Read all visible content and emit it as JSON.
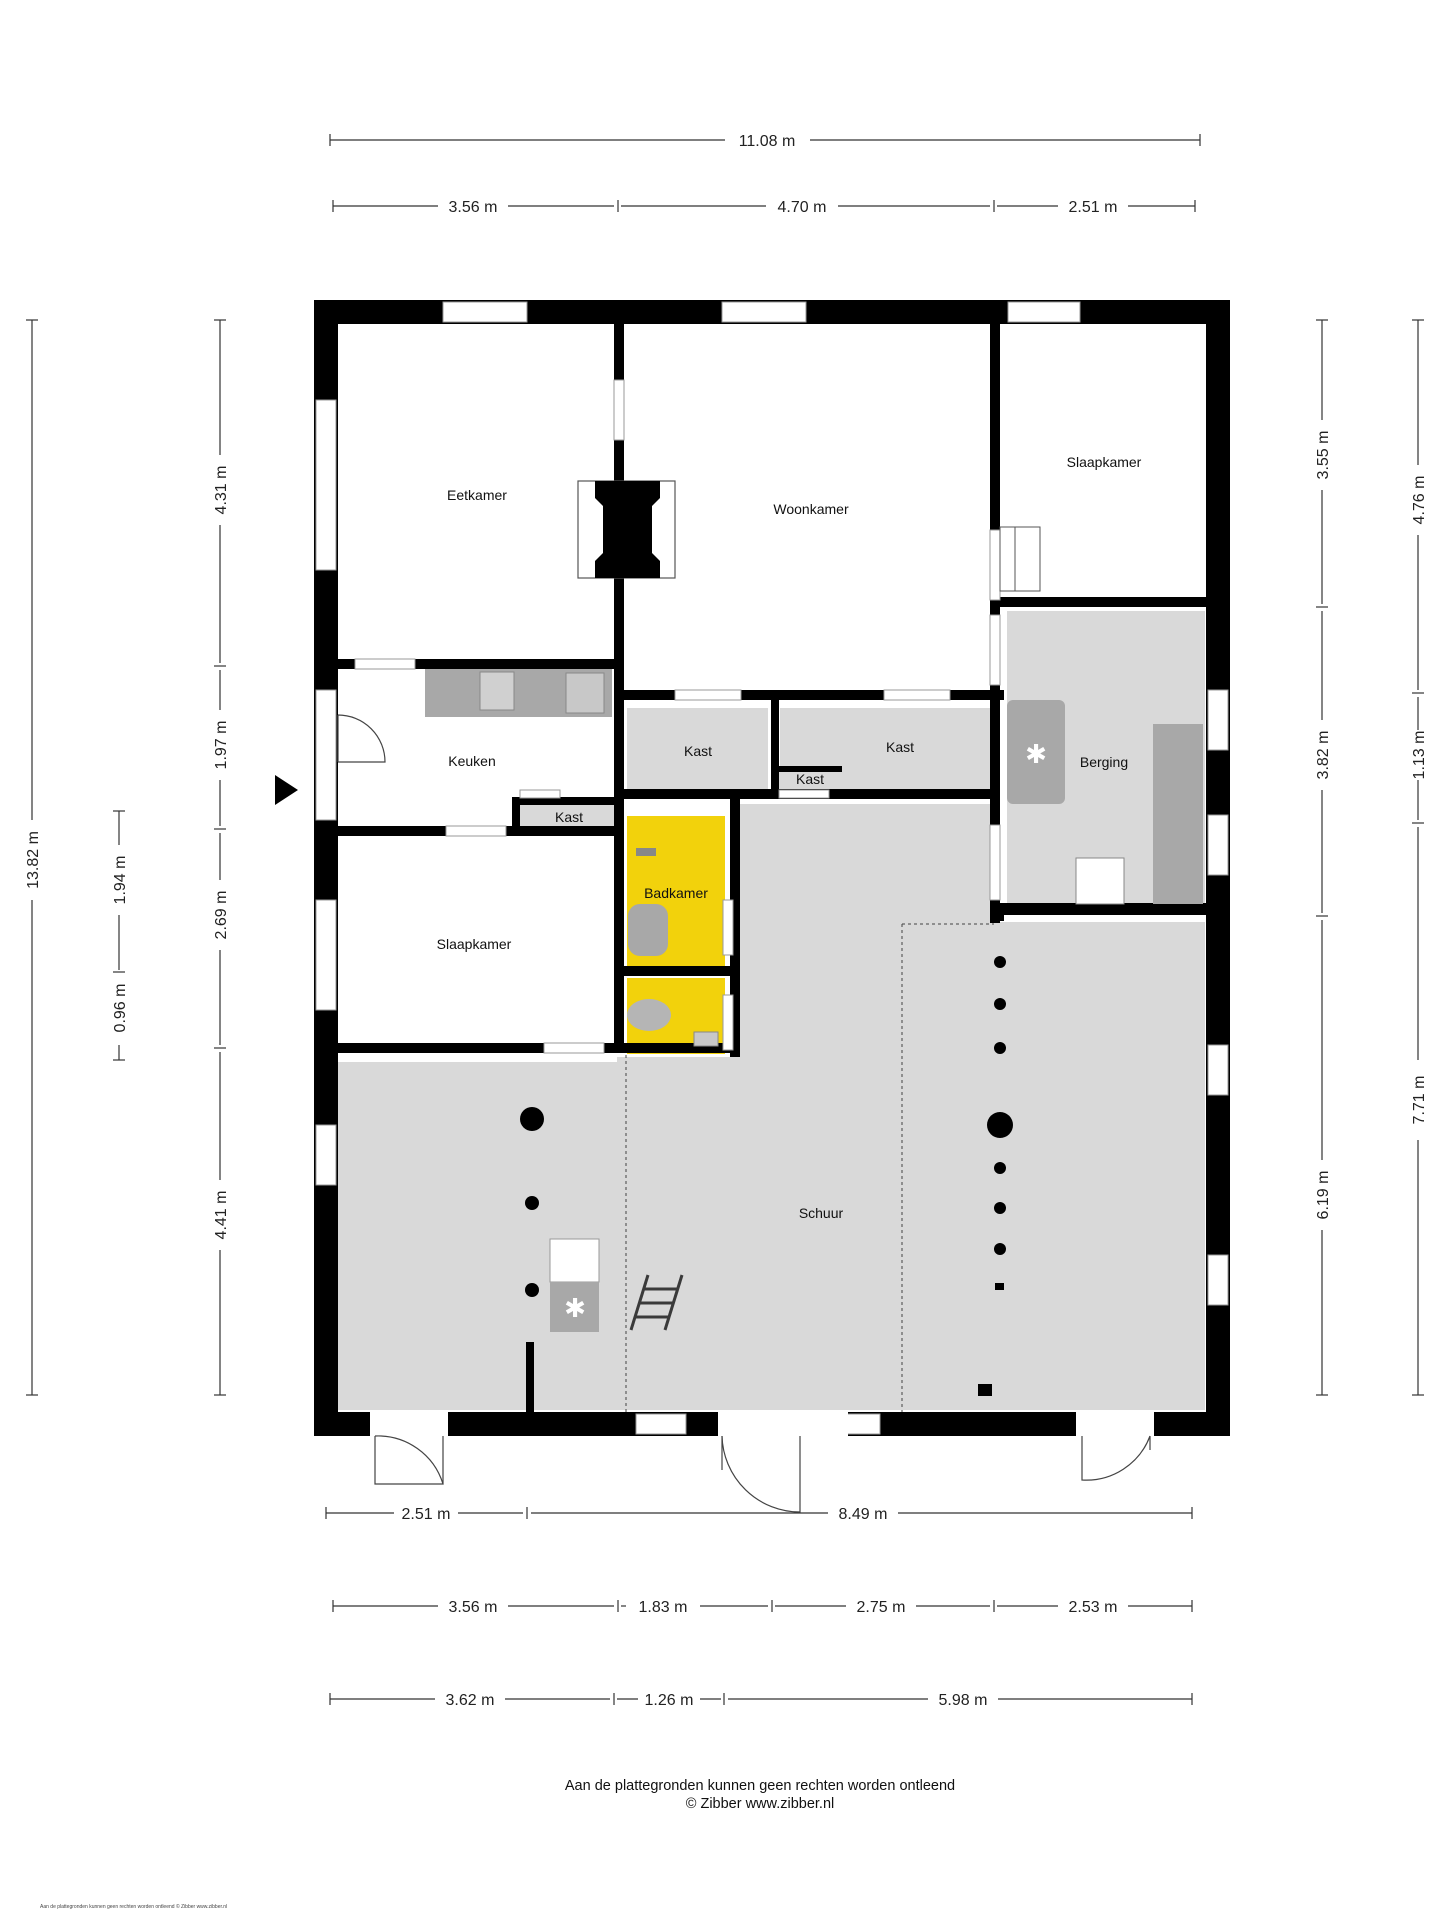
{
  "dimensions": {
    "top_total": "11.08 m",
    "top_segments": [
      "3.56 m",
      "4.70 m",
      "2.51 m"
    ],
    "bottom_row1": [
      "2.51 m",
      "8.49 m"
    ],
    "bottom_row2": [
      "3.56 m",
      "1.83 m",
      "2.75 m",
      "2.53 m"
    ],
    "bottom_row3": [
      "3.62 m",
      "1.26 m",
      "5.98 m"
    ],
    "left_total": "13.82 m",
    "left_segments": [
      "4.31 m",
      "1.97 m",
      "2.69 m",
      "4.41 m"
    ],
    "left_inner": [
      "1.94 m",
      "0.96 m"
    ],
    "right_segments": [
      "3.55 m",
      "3.82 m",
      "6.19 m"
    ],
    "right_outer": [
      "4.76 m",
      "1.13 m",
      "7.71 m"
    ]
  },
  "rooms": {
    "eetkamer": "Eetkamer",
    "woonkamer": "Woonkamer",
    "slaapkamer_ne": "Slaapkamer",
    "keuken": "Keuken",
    "kast_1": "Kast",
    "kast_2": "Kast",
    "kast_3": "Kast",
    "kast_4": "Kast",
    "berging": "Berging",
    "badkamer": "Badkamer",
    "slaapkamer_w": "Slaapkamer",
    "schuur": "Schuur"
  },
  "colors": {
    "wall": "#000000",
    "floor_gray": "#d9d9d9",
    "bathroom": "#f2d20c",
    "fixture": "#a8a8a8"
  },
  "footer": {
    "line1": "Aan de plattegronden kunnen geen rechten worden ontleend",
    "line2": "© Zibber www.zibber.nl",
    "small": "Aan de plattegronden kunnen geen rechten worden ontleend © Zibber www.zibber.nl"
  }
}
